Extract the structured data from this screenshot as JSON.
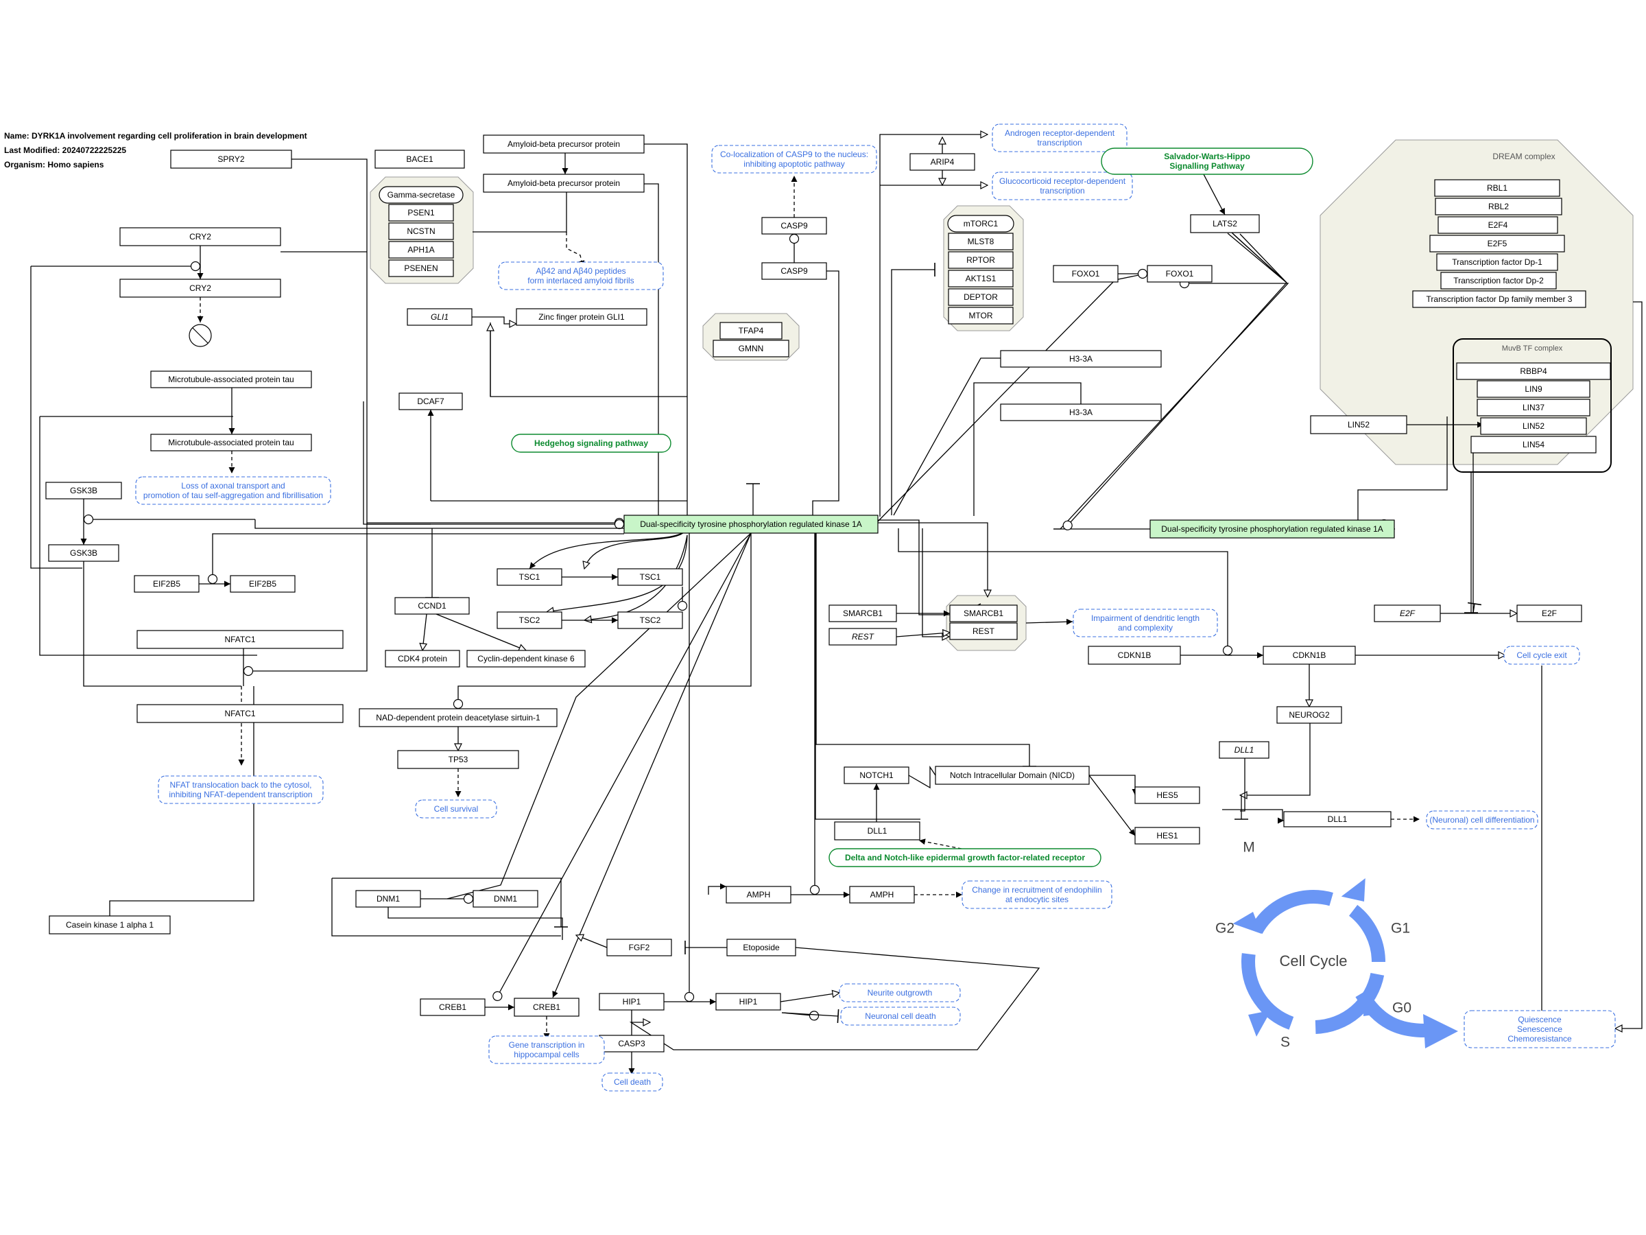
{
  "header": {
    "name": "Name: DYRK1A involvement regarding cell proliferation in brain development",
    "modified": "Last Modified: 20240722225225",
    "organism": "Organism: Homo sapiens"
  },
  "colors": {
    "line": "#000000",
    "label_blue": "#3a6fe0",
    "pathway_green": "#0b8a2e",
    "dyrk_fill": "#c8f5c8",
    "group_fill": "#f1f1e6",
    "cycle_blue": "#6a96f5"
  },
  "groups": {
    "dream": "DREAM complex",
    "muvb": "MuvB TF complex",
    "gamma": "Gamma-secretase",
    "mtorc1": "mTORC1"
  },
  "nodes": {
    "spry2": "SPRY2",
    "bace1": "BACE1",
    "app1": "Amyloid-beta precursor protein",
    "app2": "Amyloid-beta precursor protein",
    "psen1": "PSEN1",
    "ncstn": "NCSTN",
    "aph1a": "APH1A",
    "psenen": "PSENEN",
    "cry2a": "CRY2",
    "cry2b": "CRY2",
    "gli1g": "GLI1",
    "gli1p": "Zinc finger protein GLI1",
    "tfap4": "TFAP4",
    "gmnn": "GMNN",
    "mapt1": "Microtubule-associated protein tau",
    "mapt2": "Microtubule-associated protein tau",
    "dcaf7": "DCAF7",
    "gsk3b1": "GSK3B",
    "gsk3b2": "GSK3B",
    "eif2b5a": "EIF2B5",
    "eif2b5b": "EIF2B5",
    "nfatc1a": "NFATC1",
    "nfatc1b": "NFATC1",
    "ck1a": "Casein kinase 1 alpha 1",
    "tsc1a": "TSC1",
    "tsc1b": "TSC1",
    "tsc2a": "TSC2",
    "tsc2b": "TSC2",
    "ccnd1": "CCND1",
    "cdk4": "CDK4 protein",
    "cdk6": "Cyclin-dependent kinase 6",
    "sirt1": "NAD-dependent protein deacetylase sirtuin-1",
    "tp53": "TP53",
    "dnm1a": "DNM1",
    "dnm1b": "DNM1",
    "amph1": "AMPH",
    "amph2": "AMPH",
    "fgf2": "FGF2",
    "etoposide": "Etoposide",
    "creb1a": "CREB1",
    "creb1b": "CREB1",
    "hip1a": "HIP1",
    "hip1b": "HIP1",
    "casp3": "CASP3",
    "casp9a": "CASP9",
    "casp9b": "CASP9",
    "arip4": "ARIP4",
    "mlst8": "MLST8",
    "rptor": "RPTOR",
    "akt1s1": "AKT1S1",
    "deptor": "DEPTOR",
    "mtor": "MTOR",
    "lats2": "LATS2",
    "foxo1a": "FOXO1",
    "foxo1b": "FOXO1",
    "h33a1": "H3-3A",
    "h33a2": "H3-3A",
    "dyrk1a": "Dual-specificity tyrosine phosphorylation regulated kinase 1A",
    "dyrk1a2": "Dual-specificity tyrosine phosphorylation regulated kinase 1A",
    "smarcb1a": "SMARCB1",
    "smarcb1b": "SMARCB1",
    "resta": "REST",
    "restb": "REST",
    "cdkn1ba": "CDKN1B",
    "cdkn1bb": "CDKN1B",
    "neurog2": "NEUROG2",
    "notch1": "NOTCH1",
    "nicd": "Notch Intracellular Domain (NICD)",
    "dll1g": "DLL1",
    "dll1a": "DLL1",
    "dll1b": "DLL1",
    "hes5": "HES5",
    "hes1": "HES1",
    "e2fg": "E2F",
    "e2fp": "E2F",
    "lin52a": "LIN52",
    "rbl1": "RBL1",
    "rbl2": "RBL2",
    "e2f4": "E2F4",
    "e2f5": "E2F5",
    "tfdp1": "Transcription factor Dp-1",
    "tfdp2": "Transcription factor Dp-2",
    "tfdp3": "Transcription factor Dp family member 3",
    "rbbp4": "RBBP4",
    "lin9": "LIN9",
    "lin37": "LIN37",
    "lin52b": "LIN52",
    "lin54": "LIN54"
  },
  "labels": {
    "ab": [
      "Aβ42 and Aβ40 peptides",
      "form interlaced amyloid fibrils"
    ],
    "casp9nuc": [
      "Co-localization of CASP9 to the nucleus:",
      "inhibiting apoptotic pathway"
    ],
    "androgen": [
      "Androgen receptor-dependent",
      "transcription"
    ],
    "gluco": [
      "Glucocorticoid receptor-dependent",
      "transcription"
    ],
    "tau": [
      "Loss of axonal transport and",
      "promotion of tau self-aggregation and fibrillisation"
    ],
    "nfat": [
      "NFAT translocation back to the cytosol,",
      "inhibiting NFAT-dependent transcription"
    ],
    "survival": [
      "Cell survival"
    ],
    "dendritic": [
      "Impairment of dendritic length",
      "and complexity"
    ],
    "exit": [
      "Cell cycle exit"
    ],
    "neuronal": [
      "(Neuronal) cell differentiation"
    ],
    "endophilin": [
      "Change in recruitment of endophilin",
      "at endocytic sites"
    ],
    "neurite": [
      "Neurite outgrowth"
    ],
    "ncdeath": [
      "Neuronal cell death"
    ],
    "genetx": [
      "Gene transcription in",
      "hippocampal cells"
    ],
    "celldeath": [
      "Cell death"
    ],
    "quiescence": [
      "Quiescence",
      "Senescence",
      "Chemoresistance"
    ]
  },
  "pathways": {
    "hedgehog": [
      "Hedgehog signaling pathway"
    ],
    "hippo": [
      "Salvador-Warts-Hippo",
      "Signalling Pathway"
    ],
    "delta": [
      "Delta and Notch-like epidermal growth factor-related receptor"
    ]
  },
  "cell_cycle": {
    "title": "Cell Cycle",
    "g1": "G1",
    "g2": "G2",
    "g0": "G0",
    "s": "S",
    "m": "M"
  }
}
